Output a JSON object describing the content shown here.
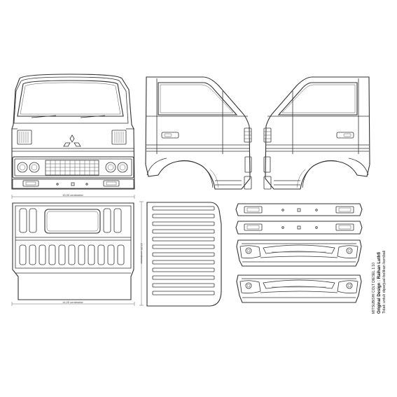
{
  "dimensions": {
    "top_width": "15,00 centimeter",
    "bottom_width": "14,00 centimeter",
    "hood_height": "13,00 centimeter"
  },
  "credits": {
    "model": "MITSUBISHI COLT DIESEL 1:10",
    "designer": "Original Design : Raihan Luthfi",
    "note": "Tidak untuk diperjual-belikan kembali"
  }
}
